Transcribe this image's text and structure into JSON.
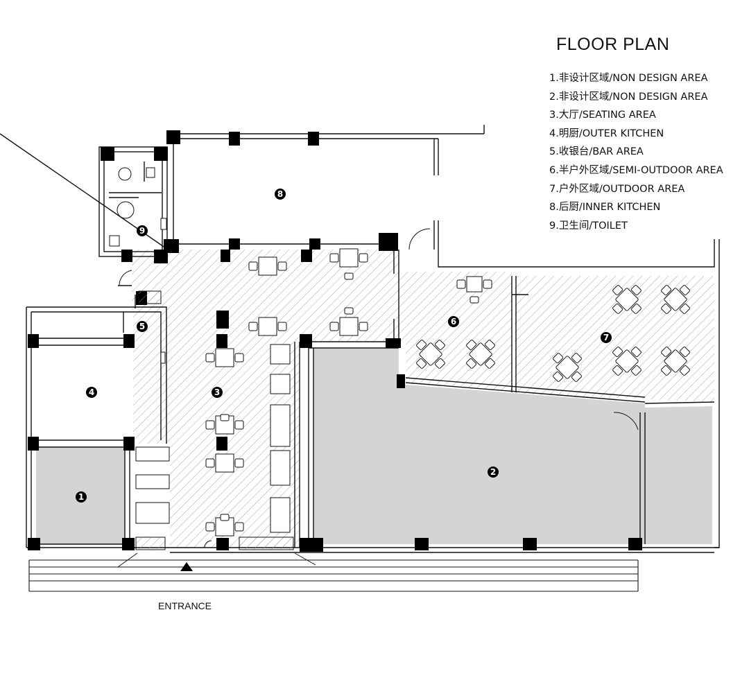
{
  "title": "FLOOR PLAN",
  "entrance_label": "ENTRANCE",
  "legend": [
    {
      "num": "1",
      "text": "1.非设计区域/NON DESIGN AREA"
    },
    {
      "num": "2",
      "text": "2.非设计区域/NON DESIGN AREA"
    },
    {
      "num": "3",
      "text": "3.大厅/SEATING AREA"
    },
    {
      "num": "4",
      "text": "4.明厨/OUTER KITCHEN"
    },
    {
      "num": "5",
      "text": "5.收银台/BAR AREA"
    },
    {
      "num": "6",
      "text": "6.半户外区域/SEMI-OUTDOOR AREA"
    },
    {
      "num": "7",
      "text": "7.户外区域/OUTDOOR AREA"
    },
    {
      "num": "8",
      "text": "8.后厨/INNER KITCHEN"
    },
    {
      "num": "9",
      "text": "9.卫生间/TOILET"
    }
  ],
  "markers": [
    "1",
    "2",
    "3",
    "4",
    "5",
    "6",
    "7",
    "8",
    "9"
  ],
  "colors": {
    "wall": "#111111",
    "column": "#000000",
    "non_design_fill": "#d4d4d4",
    "hatch": "#9a9a9a",
    "marker_fill": "#000000",
    "marker_text": "#ffffff"
  }
}
